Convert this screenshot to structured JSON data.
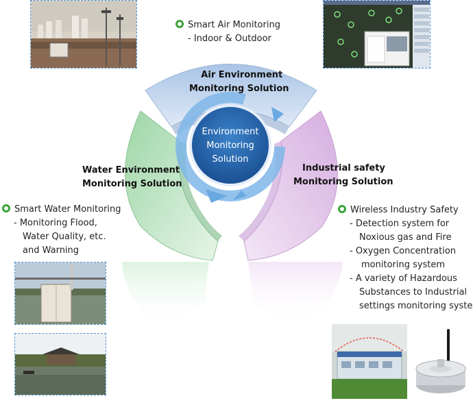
{
  "center": {
    "line1": "Environment",
    "line2": "Monitoring",
    "line3": "Solution"
  },
  "segments": {
    "air": {
      "line1": "Air Environment",
      "line2": "Monitoring Solution"
    },
    "water": {
      "line1": "Water Environment",
      "line2": "Monitoring Solution"
    },
    "industrial": {
      "line1": "Industrial safety",
      "line2": "Monitoring Solution"
    }
  },
  "air_monitoring": {
    "title": "Smart Air Monitoring",
    "items": [
      "-  Indoor & Outdoor"
    ]
  },
  "water_monitoring": {
    "title": "Smart Water Monitoring",
    "items": [
      "-  Monitoring Flood,",
      "Water Quality, etc.",
      "and Warning"
    ]
  },
  "industry_safety": {
    "title": "Wireless Industry Safety",
    "items": [
      "-  Detection system for",
      "Noxious gas and Fire",
      "-  Oxygen Concentration",
      "monitoring system",
      "-  A variety of Hazardous",
      "Substances to Industrial",
      "settings monitoring system"
    ]
  },
  "colors": {
    "air_segment": "#c6d9f0",
    "water_segment": "#bfe6c4",
    "industrial_segment": "#e3c6ea",
    "center_fill": "#1f5fa8",
    "bullet": "#3aa53a",
    "photo_border": "#4a8fd0"
  }
}
